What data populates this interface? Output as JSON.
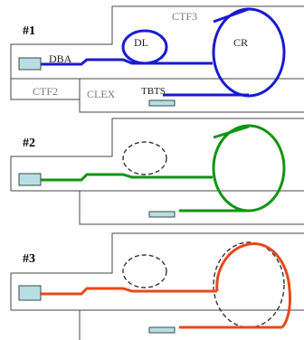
{
  "panels": [
    {
      "id": "#1",
      "labels": {
        "dba": "DBA",
        "dl": "DL",
        "cr": "CR",
        "ctf3": "CTF3",
        "ctf2": "CTF2",
        "clex": "CLEX",
        "tbts": "TBTS"
      }
    },
    {
      "id": "#2"
    },
    {
      "id": "#3"
    }
  ],
  "colors": {
    "panel1_beam": "#1a1ad0",
    "panel2_beam": "#129412",
    "panel3_beam": "#e8481a",
    "box_fill": "#b7dee3",
    "dashed": "#333333"
  }
}
